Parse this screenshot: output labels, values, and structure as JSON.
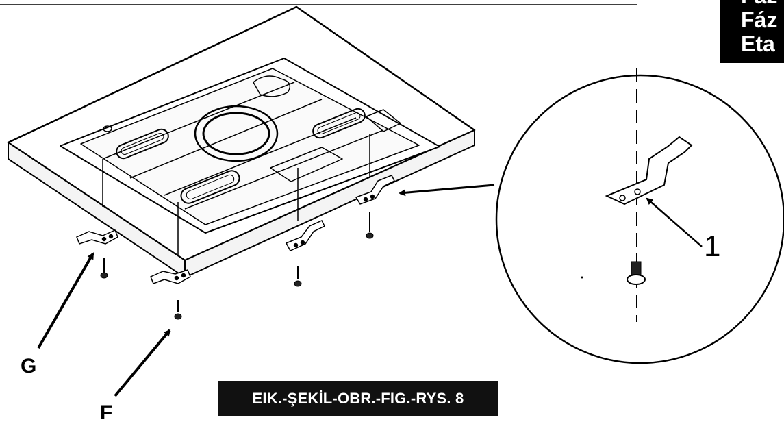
{
  "callouts": {
    "g": "G",
    "f": "F",
    "detail_number": "1"
  },
  "caption": "EIK.-ŞEKİL-OBR.-FIG.-RYS. 8",
  "phase_box": {
    "lines": [
      "Faz",
      "Fáz",
      "Eta"
    ]
  }
}
